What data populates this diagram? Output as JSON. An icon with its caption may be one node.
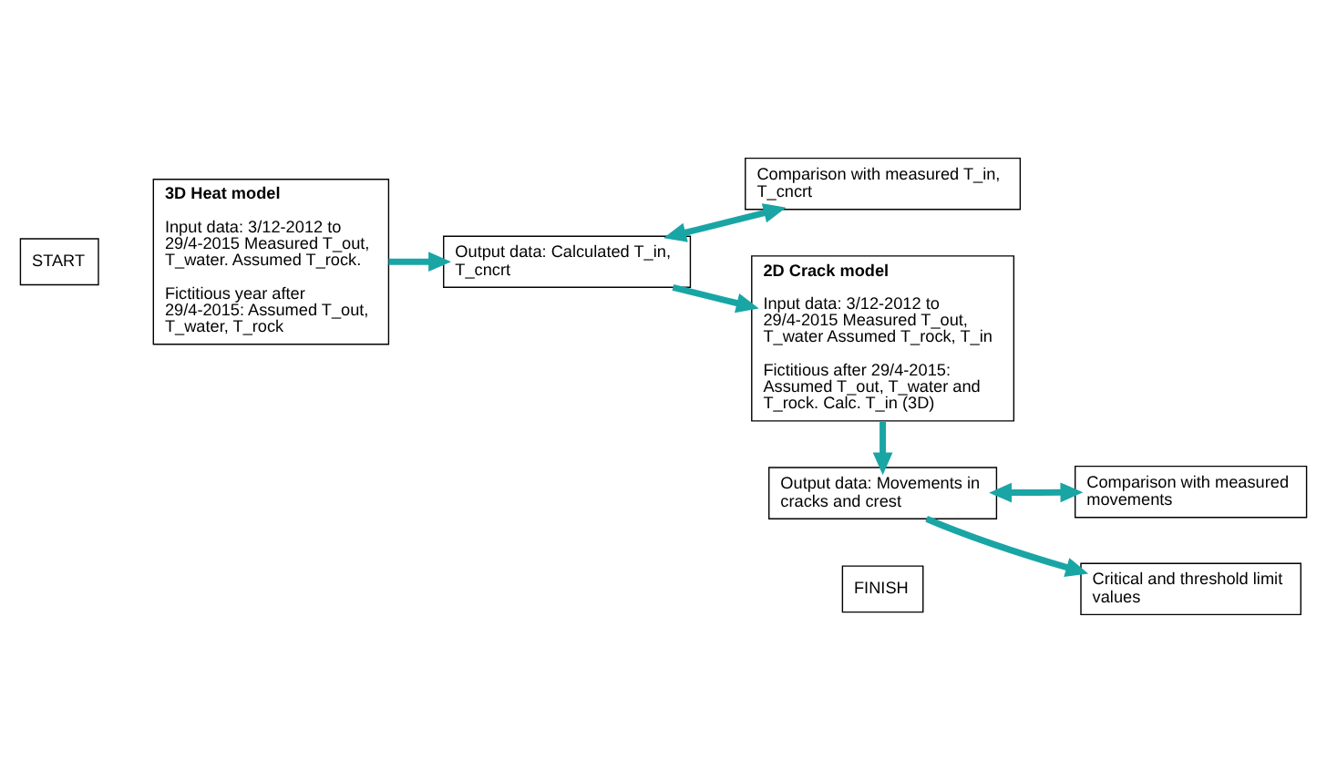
{
  "diagram": {
    "nodes": [
      {
        "text": [
          "START"
        ]
      },
      {
        "text": [
          "3D Heat model",
          "Input data: 3/12-2012 to 29/4-2015 Measured T_out, T_water. Assumed T_rock.",
          "Fictitious year after 29/4-2015: Assumed T_out, T_water, T_rock"
        ]
      },
      {
        "text": [
          "Output data: Calculated T_in, T_cncrt"
        ]
      },
      {
        "text": [
          "Comparison with measured T_in, T_cncrt"
        ]
      },
      {
        "text": [
          "2D Crack model",
          "Input data: 3/12-2012 to 29/4-2015 Measured T_out, T_water Assumed T_rock, T_in",
          "Fictitious after 29/4-2015: Assumed T_out, T_water and T_rock. Calc. T_in (3D)"
        ]
      },
      {
        "text": [
          "Output data: Movements in cracks and crest"
        ]
      },
      {
        "text": [
          "Critical and threshold limit values"
        ]
      },
      {
        "text": [
          "FINISH"
        ]
      },
      {
        "text": [
          "Comparison with measured movements"
        ]
      }
    ],
    "edges": [
      {
        "from": 1,
        "to": 2,
        "arrow": "to"
      },
      {
        "from": 2,
        "to": 3,
        "arrow": "both"
      },
      {
        "from": 2,
        "to": 4,
        "arrow": "to"
      },
      {
        "from": 4,
        "to": 5,
        "arrow": "to"
      },
      {
        "from": 5,
        "to": 8,
        "arrow": "both"
      },
      {
        "from": 5,
        "to": 6,
        "arrow": "to"
      }
    ]
  }
}
